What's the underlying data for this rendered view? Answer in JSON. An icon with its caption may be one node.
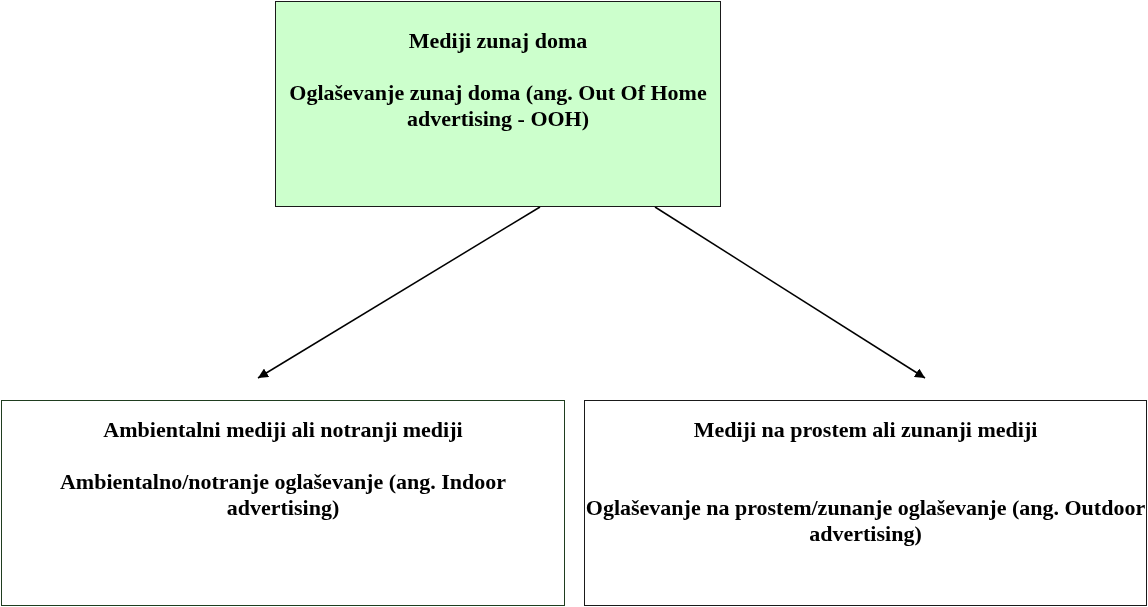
{
  "diagram": {
    "nodes": [
      {
        "text": [
          "Mediji zunaj doma",
          "Oglaševanje zunaj doma (ang. Out Of Home advertising - OOH)"
        ]
      },
      {
        "text": [
          "Ambientalni mediji ali notranji mediji",
          "Ambientalno/notranje oglaševanje (ang. Indoor advertising)"
        ]
      },
      {
        "text": [
          "Mediji na prostem ali zunanji mediji",
          "Oglaševanje na prostem/zunanje oglaševanje (ang. Outdoor advertising)"
        ]
      }
    ],
    "edges": [
      {
        "from": 0,
        "to": 1,
        "arrow": "to"
      },
      {
        "from": 0,
        "to": 2,
        "arrow": "to"
      }
    ]
  }
}
